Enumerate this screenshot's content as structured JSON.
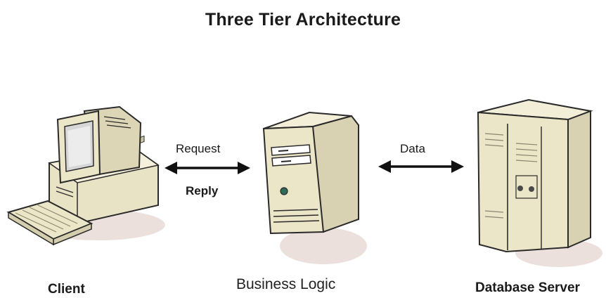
{
  "diagram": {
    "title": "Three Tier Architecture",
    "tiers": {
      "client": "Client",
      "business": "Business Logic",
      "database": "Database Server"
    },
    "links": {
      "client_business_top": "Request",
      "client_business_bottom": "Reply",
      "business_database": "Data"
    }
  },
  "colors": {
    "beige": "#ece6c8",
    "shadow": "#e8dcd8",
    "outline": "#2a2a2a",
    "arrow": "#111111"
  }
}
